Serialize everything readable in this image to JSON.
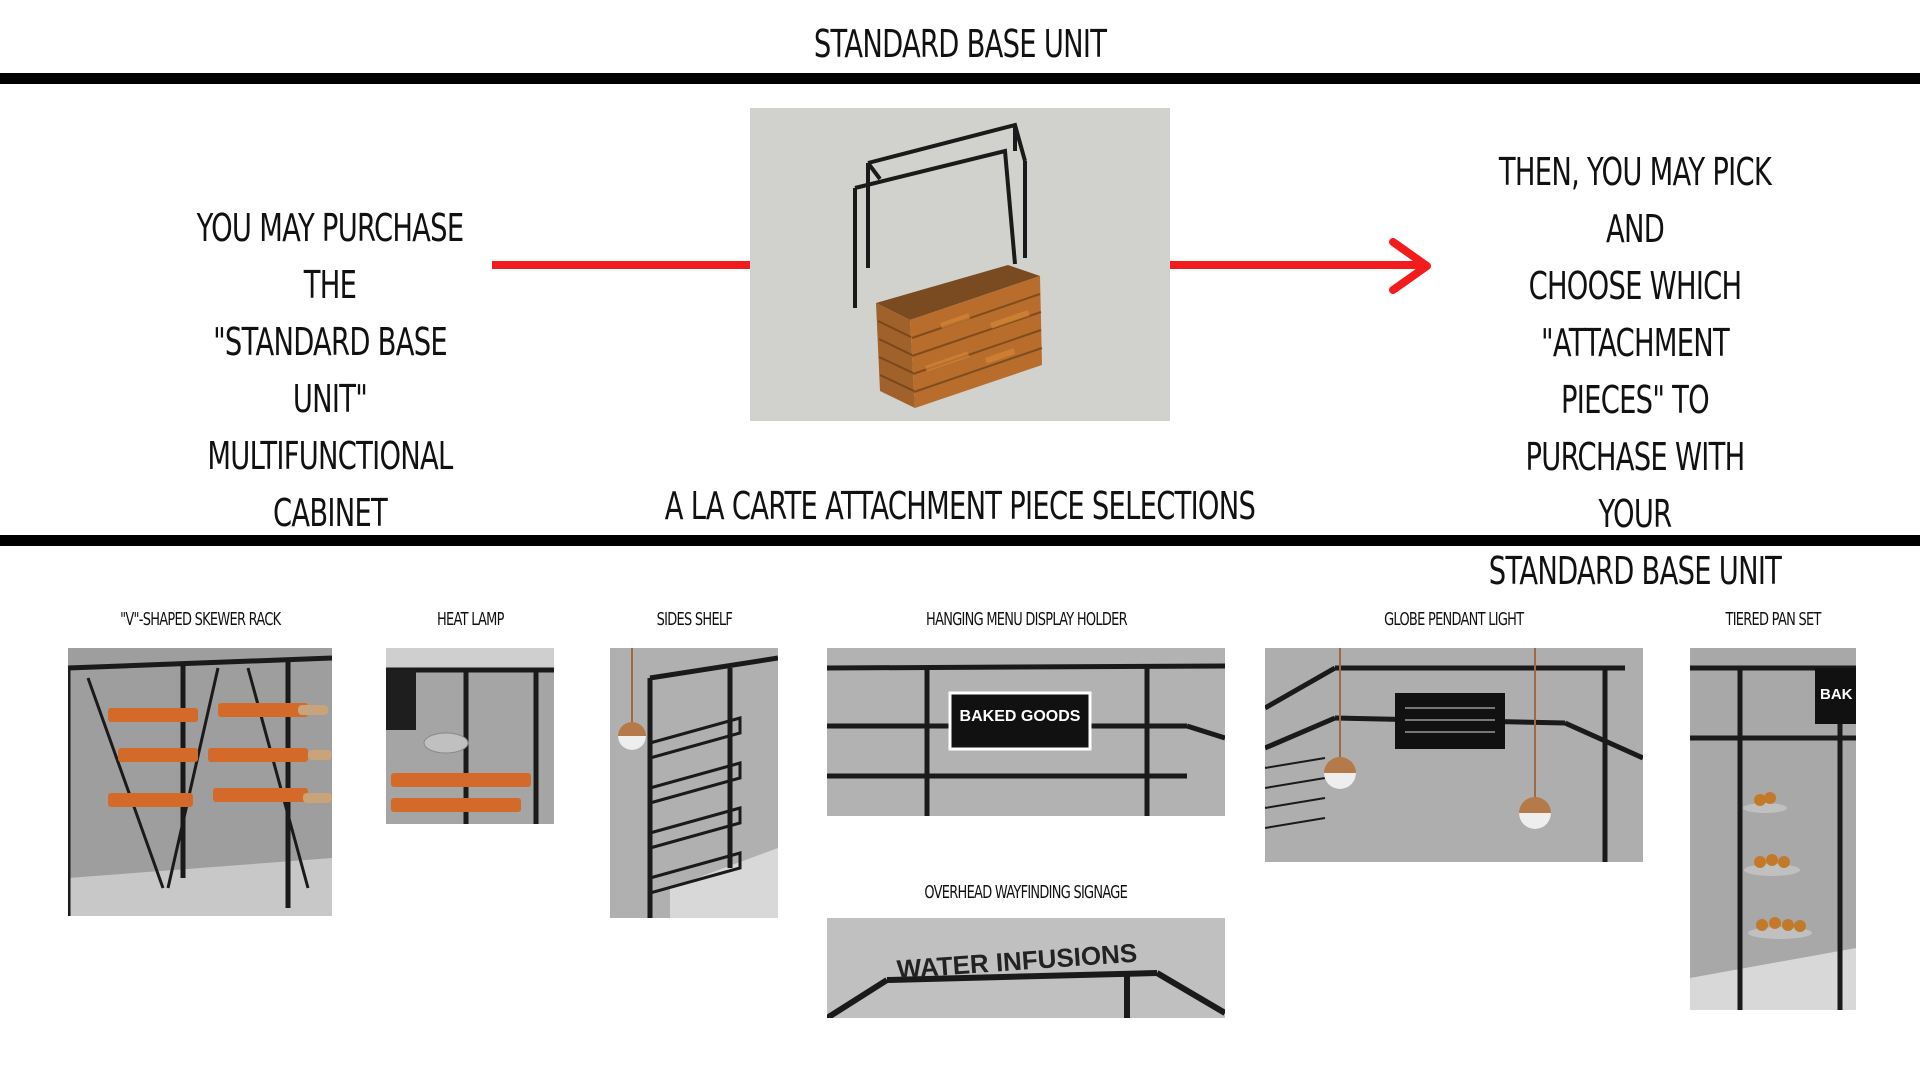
{
  "section1": {
    "title": "STANDARD BASE UNIT",
    "left_text": [
      "YOU MAY PURCHASE THE",
      "\"STANDARD BASE UNIT\"",
      "MULTIFUNCTIONAL CABINET"
    ],
    "right_text": [
      "THEN, YOU MAY PICK AND",
      "CHOOSE WHICH",
      "\"ATTACHMENT PIECES\" TO",
      "PURCHASE WITH YOUR",
      "STANDARD BASE UNIT"
    ],
    "arrow_color": "#f21c1c"
  },
  "section2": {
    "title": "A LA CARTE ATTACHMENT PIECE SELECTIONS",
    "items": [
      {
        "label": "\"V\"-SHAPED SKEWER RACK"
      },
      {
        "label": "HEAT LAMP"
      },
      {
        "label": "SIDES SHELF"
      },
      {
        "label": "HANGING MENU DISPLAY HOLDER",
        "sign_text": "BAKED GOODS"
      },
      {
        "label": "GLOBE PENDANT LIGHT"
      },
      {
        "label": "TIERED PAN SET",
        "sign_text": "BAK"
      },
      {
        "label": "OVERHEAD WAYFINDING SIGNAGE",
        "sign_text": "WATER INFUSIONS"
      }
    ]
  }
}
